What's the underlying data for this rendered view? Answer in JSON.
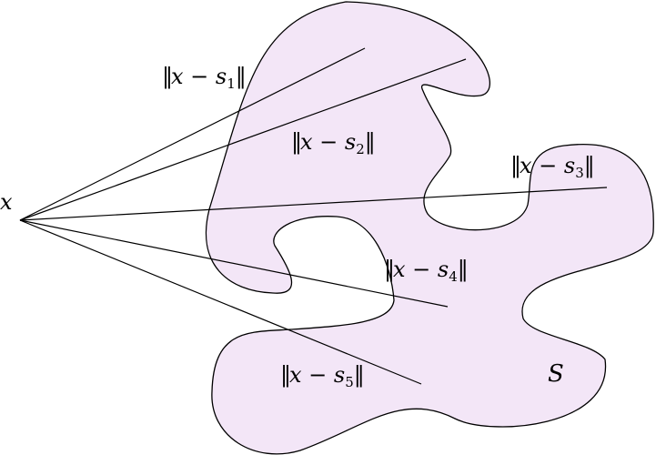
{
  "diagram": {
    "point_label": "x",
    "set_label": "S",
    "distances": [
      {
        "index": "1",
        "label": "‖x − s₁‖"
      },
      {
        "index": "2",
        "label": "‖x − s₂‖"
      },
      {
        "index": "3",
        "label": "‖x − s₃‖"
      },
      {
        "index": "4",
        "label": "‖x − s₄‖"
      },
      {
        "index": "5",
        "label": "‖x − s₅‖"
      }
    ],
    "colors": {
      "set_fill": "#f3e6f7",
      "stroke": "#000000"
    }
  }
}
